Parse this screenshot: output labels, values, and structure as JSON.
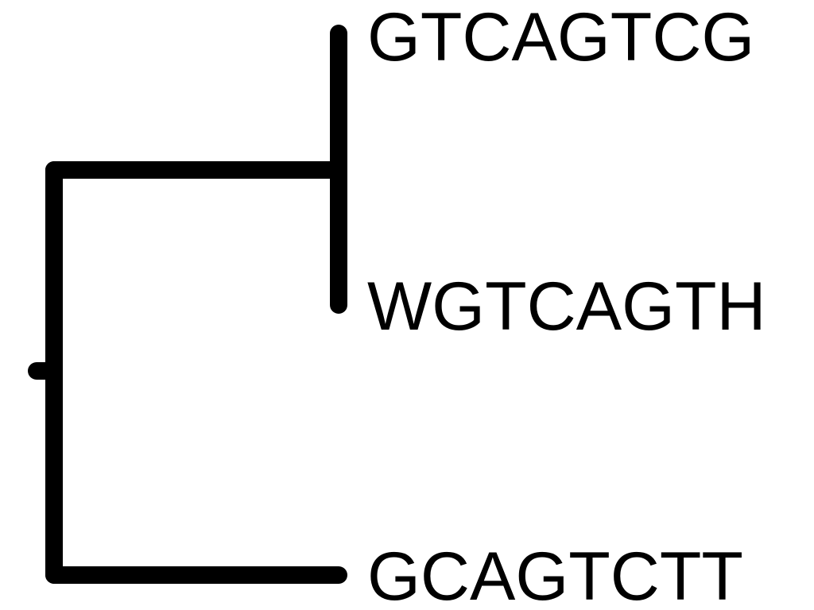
{
  "tree": {
    "leaves": [
      {
        "label": "GTCAGTCG"
      },
      {
        "label": "WGTCAGTH"
      },
      {
        "label": "GCAGTCTT"
      }
    ],
    "colors": {
      "stroke": "#000000",
      "background": "#ffffff"
    }
  }
}
